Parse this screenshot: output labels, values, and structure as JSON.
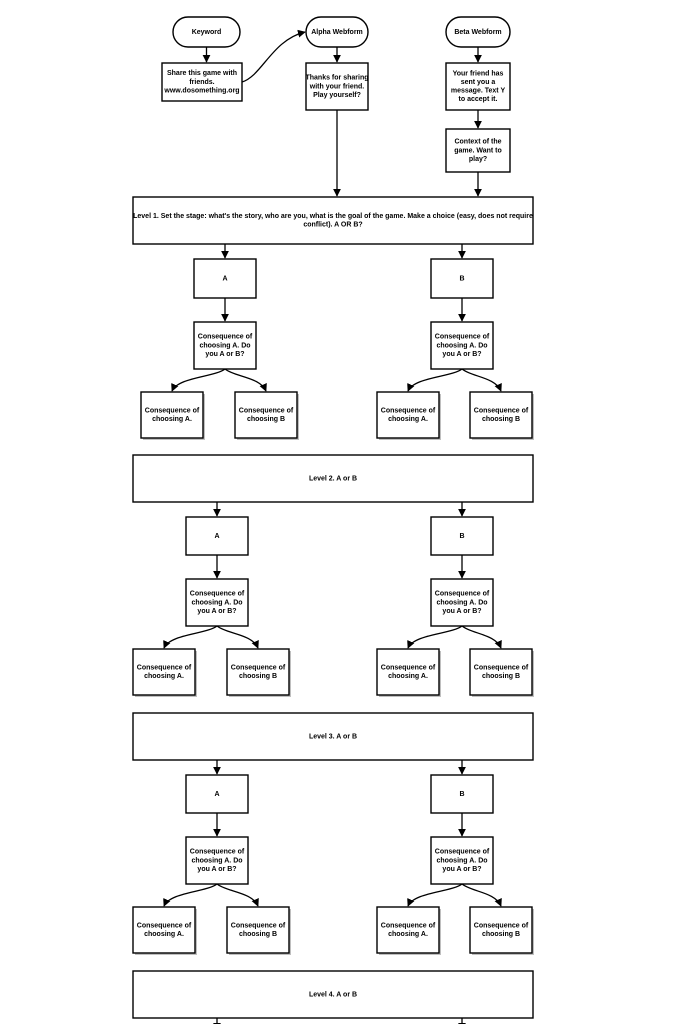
{
  "start": {
    "keyword": "Keyword",
    "alpha_webform": "Alpha Webform",
    "beta_webform": "Beta Webform"
  },
  "keyword_branch": {
    "share_text": [
      "Share this game with",
      "friends.",
      "www.dosomething.org"
    ]
  },
  "alpha_branch": {
    "thanks_text": [
      "Thanks for sharing",
      "with your friend.",
      "Play yourself?"
    ]
  },
  "beta_branch": {
    "message_text": [
      "Your friend has",
      "sent you a",
      "message. Text Y",
      "to accept it."
    ],
    "context_text": [
      "Context of the",
      "game. Want to",
      "play?"
    ]
  },
  "levels": [
    {
      "title": [
        "Level 1. Set the stage: what's the story, who are you, what is the goal of the game. Make a choice (easy, does not require",
        "conflict). A OR B?"
      ]
    },
    {
      "title": [
        "Level 2. A or B"
      ]
    },
    {
      "title": [
        "Level 3. A or B"
      ]
    },
    {
      "title": [
        "Level 4. A or B"
      ]
    }
  ],
  "choice": {
    "a_label": "A",
    "b_label": "B",
    "followup": [
      "Consequence of",
      "choosing A. Do",
      "you A or B?"
    ],
    "leaf_a": [
      "Consequence of",
      "choosing  A."
    ],
    "leaf_b": [
      "Consequence of",
      "choosing B"
    ]
  }
}
